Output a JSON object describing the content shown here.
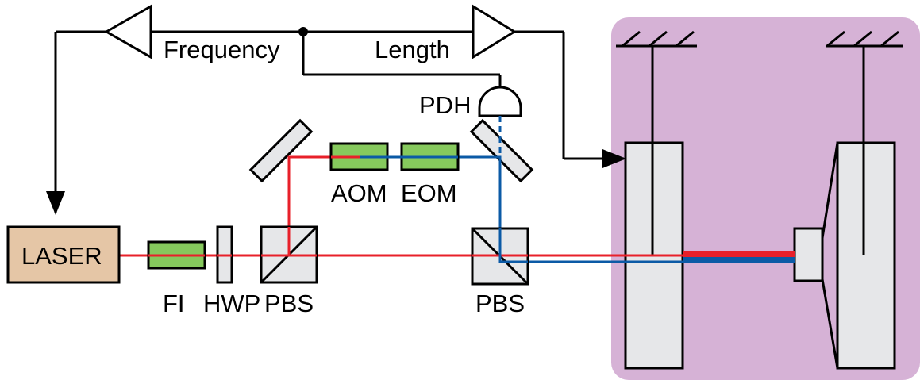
{
  "labels": {
    "frequency": "Frequency",
    "length": "Length",
    "pdh": "PDH",
    "aom": "AOM",
    "eom": "EOM",
    "laser": "LASER",
    "fi": "FI",
    "hwp": "HWP",
    "pbs_left": "PBS",
    "pbs_right": "PBS"
  },
  "colors": {
    "red_beam": "#e8202a",
    "blue_beam": "#0b5aa6",
    "crystal_green": "#86c95d",
    "laser_fill": "#e5c6a6",
    "grey_optic": "#e6e7e9",
    "vacuum_chamber": "#d6b2d6"
  }
}
